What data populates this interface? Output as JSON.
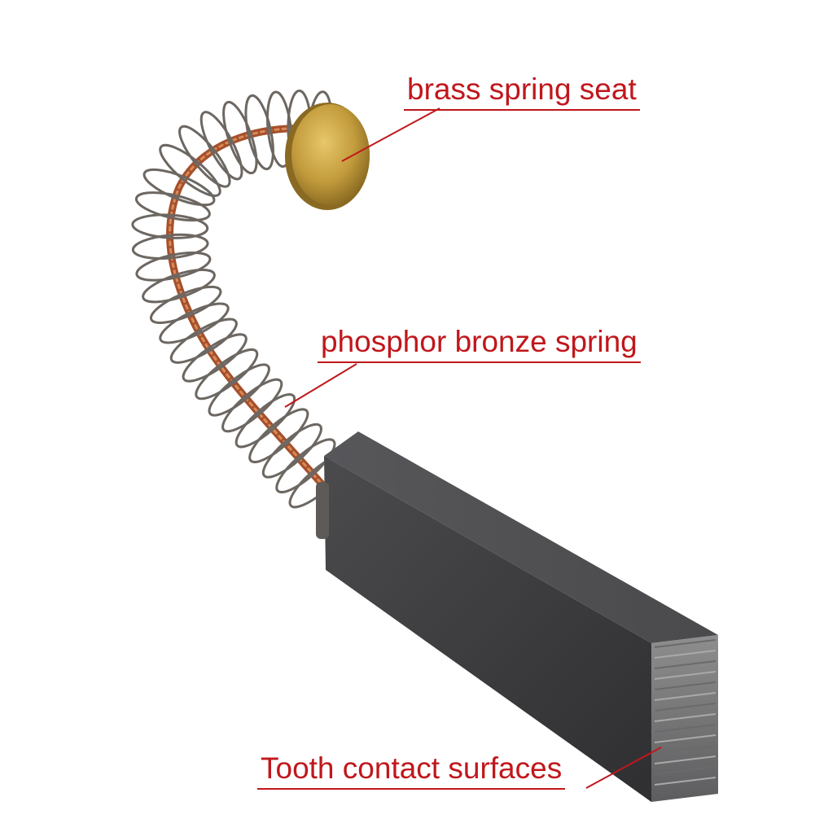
{
  "labels": {
    "seat": "brass spring seat",
    "spring": "phosphor bronze spring",
    "tooth": "Tooth contact surfaces"
  },
  "colors": {
    "label": "#c0171c",
    "background": "#ffffff",
    "spring_wire": "#6d6762",
    "copper_lead": "#a5502b",
    "brass": "#c29b3c",
    "carbon_block": "#3c3c3e"
  }
}
